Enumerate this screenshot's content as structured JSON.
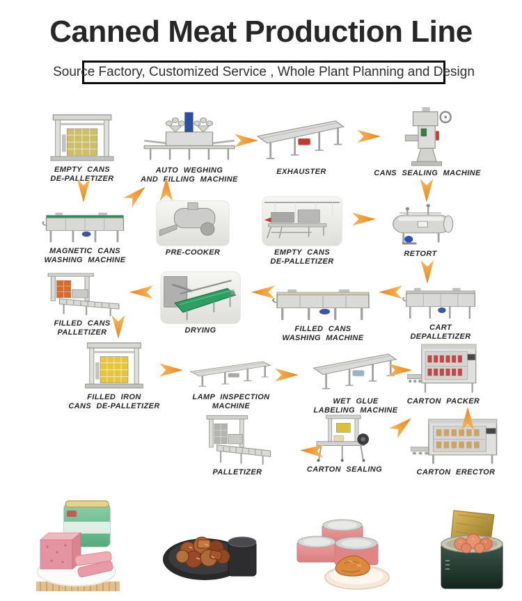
{
  "title": "Canned Meat Production Line",
  "banner": {
    "text": "Source Factory, Customized Service , Whole Plant Planning and Design"
  },
  "machines": [
    {
      "id": "empty-cans-de-palletizer",
      "label1": "EMPTY CANS",
      "label2": "DE-PALLETIZER"
    },
    {
      "id": "auto-weghing-and-filling",
      "label1": "AUTO WEGHING",
      "label2": "AND FILLING MACHINE"
    },
    {
      "id": "exhauster",
      "label1": "EXHAUSTER"
    },
    {
      "id": "cans-sealing-machine",
      "label1": "CANS SEALING MACHINE"
    },
    {
      "id": "magnetic-cans-washing",
      "label1": "MAGNETIC CANS",
      "label2": "WASHING MACHINE"
    },
    {
      "id": "pre-cooker",
      "label1": "PRE-COOKER"
    },
    {
      "id": "empty-cans-de-palletizer-2",
      "label1": "EMPTY CANS",
      "label2": "DE-PALLETIZER"
    },
    {
      "id": "retort",
      "label1": "RETORT"
    },
    {
      "id": "filled-cans-palletizer",
      "label1": "FILLED CANS",
      "label2": "PALLETIZER"
    },
    {
      "id": "drying",
      "label1": "DRYING"
    },
    {
      "id": "filled-cans-washing",
      "label1": "FILLED CANS",
      "label2": "WASHING MACHINE"
    },
    {
      "id": "cart-depalletizer",
      "label1": "CART",
      "label2": "DEPALLETIZER"
    },
    {
      "id": "filled-iron-cans-de-palletizer",
      "label1": "FILLED IRON",
      "label2": "CANS DE-PALLETIZER"
    },
    {
      "id": "lamp-inspection-machine",
      "label1": "LAMP INSPECTION",
      "label2": "MACHINE"
    },
    {
      "id": "wet-glue-labeling-machine",
      "label1": "WET GLUE",
      "label2": "LABELING MACHINE"
    },
    {
      "id": "carton-packer",
      "label1": "CARTON PACKER"
    },
    {
      "id": "palletizer",
      "label1": "PALLETIZER"
    },
    {
      "id": "carton-sealing",
      "label1": "CARTON SEALING"
    },
    {
      "id": "carton-erector",
      "label1": "CARTON ERECTOR"
    }
  ],
  "flow": {
    "arrow_color_light": "#f9b85c",
    "arrow_color_dark": "#e8821a",
    "connections": [
      {
        "from": "empty-cans-de-palletizer",
        "to": "magnetic-cans-washing"
      },
      {
        "from": "magnetic-cans-washing",
        "to": "auto-weghing-and-filling"
      },
      {
        "from": "pre-cooker",
        "to": "auto-weghing-and-filling"
      },
      {
        "from": "auto-weghing-and-filling",
        "to": "exhauster"
      },
      {
        "from": "exhauster",
        "to": "cans-sealing-machine"
      },
      {
        "from": "cans-sealing-machine",
        "to": "retort"
      },
      {
        "from": "empty-cans-de-palletizer-2",
        "to": "retort"
      },
      {
        "from": "retort",
        "to": "cart-depalletizer"
      },
      {
        "from": "cart-depalletizer",
        "to": "filled-cans-washing"
      },
      {
        "from": "filled-cans-washing",
        "to": "drying"
      },
      {
        "from": "drying",
        "to": "filled-cans-palletizer"
      },
      {
        "from": "filled-cans-palletizer",
        "to": "filled-iron-cans-de-palletizer"
      },
      {
        "from": "filled-iron-cans-de-palletizer",
        "to": "lamp-inspection-machine"
      },
      {
        "from": "lamp-inspection-machine",
        "to": "wet-glue-labeling-machine"
      },
      {
        "from": "wet-glue-labeling-machine",
        "to": "carton-packer"
      },
      {
        "from": "carton-sealing",
        "to": "carton-packer"
      },
      {
        "from": "carton-erector",
        "to": "carton-packer"
      },
      {
        "from": "carton-sealing",
        "to": "palletizer"
      }
    ]
  },
  "products": [
    "canned-luncheon-meat-with-green-tin",
    "braised-meat-chunks-on-black-plate",
    "pink-meat-cans-with-plate",
    "opened-green-can-with-meatballs"
  ]
}
